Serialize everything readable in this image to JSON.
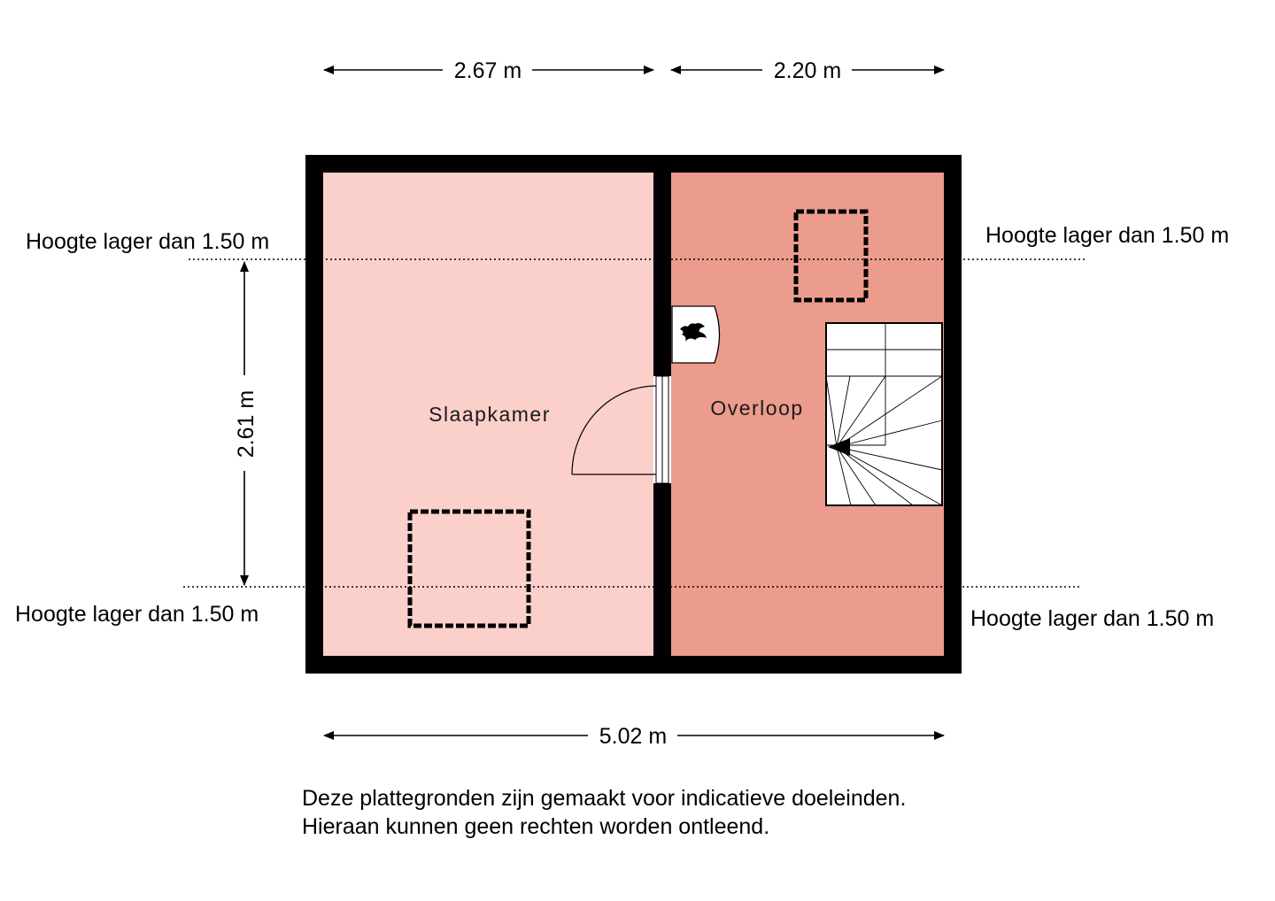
{
  "colors": {
    "wall": "#000000",
    "slaapkamer_fill": "#fbcfca",
    "overloop_fill": "#eb9c8d"
  },
  "dimensions": {
    "top_left": "2.67 m",
    "top_right": "2.20 m",
    "left_vertical": "2.61 m",
    "bottom": "5.02 m"
  },
  "height_notes": {
    "top_left": "Hoogte lager dan 1.50 m",
    "top_right": "Hoogte lager dan 1.50 m",
    "bottom_left": "Hoogte lager dan 1.50 m",
    "bottom_right": "Hoogte lager dan 1.50 m"
  },
  "rooms": {
    "left": "Slaapkamer",
    "right": "Overloop"
  },
  "icons": {
    "heater": "boiler-flame-icon",
    "skylights": "skylight-icon",
    "stairs": "staircase-icon",
    "door": "door-swing-icon"
  },
  "disclaimer": {
    "line1": "Deze plattegronden zijn gemaakt voor indicatieve doeleinden.",
    "line2": "Hieraan kunnen geen rechten worden ontleend."
  }
}
